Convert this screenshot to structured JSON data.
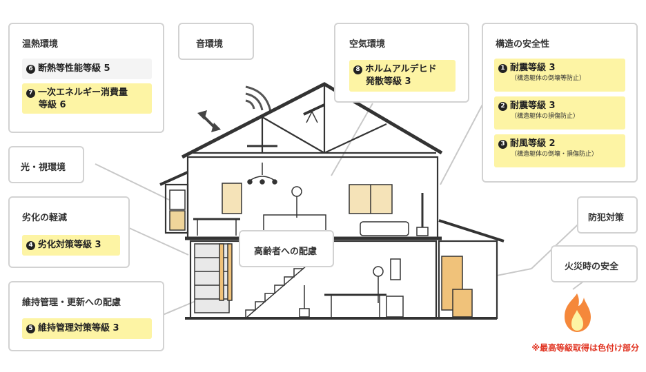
{
  "onsetsu": {
    "title": "温熱環境",
    "items": [
      {
        "num": "6",
        "line1": "断熱等性能等級 5",
        "line2": "",
        "highlight": false
      },
      {
        "num": "7",
        "line1": "一次エネルギー消費量",
        "line2": "等級 6",
        "highlight": true
      }
    ]
  },
  "oto": {
    "title": "音環境"
  },
  "kuki": {
    "title": "空気環境",
    "items": [
      {
        "num": "8",
        "line1": "ホルムアルデヒド",
        "line2": "発散等級 3",
        "highlight": true
      }
    ]
  },
  "kozo": {
    "title": "構造の安全性",
    "items": [
      {
        "num": "1",
        "main": "耐震等級 3",
        "sub": "（構造躯体の倒壊等防止）"
      },
      {
        "num": "2",
        "main": "耐震等級 3",
        "sub": "（構造躯体の損傷防止）"
      },
      {
        "num": "3",
        "main": "耐風等級 2",
        "sub": "（構造躯体の倒壊・損傷防止）"
      }
    ]
  },
  "hikari": {
    "title": "光・視環境"
  },
  "rekka": {
    "title": "劣化の軽減",
    "items": [
      {
        "num": "4",
        "main": "劣化対策等級 3"
      }
    ]
  },
  "koreisha": {
    "title": "高齢者への配慮"
  },
  "iji": {
    "title": "維持管理・更新への配慮",
    "items": [
      {
        "num": "5",
        "main": "維持管理対策等級 3"
      }
    ]
  },
  "bohan": {
    "title": "防犯対策"
  },
  "kasai": {
    "title": "火災時の安全"
  },
  "note": "※最高等級取得は色付け部分",
  "colors": {
    "highlight": "#fdf4a4",
    "plain": "#f4f4f4",
    "border": "#d2d2d2",
    "note": "#e0301e",
    "flame": "#f5883b"
  }
}
